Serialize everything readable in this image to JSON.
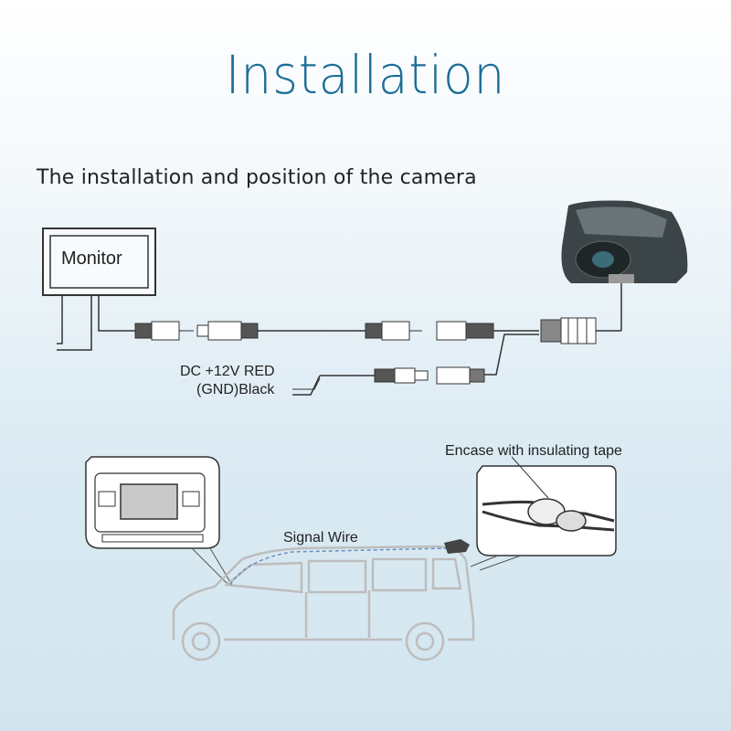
{
  "title": "Installation",
  "subtitle": "The installation and position of the camera",
  "labels": {
    "monitor": "Monitor",
    "power_red": "DC +12V RED",
    "power_black": "(GND)Black",
    "tape": "Encase with insulating tape",
    "signal_wire": "Signal Wire"
  },
  "colors": {
    "title": "#1b6d98",
    "text": "#222222",
    "line": "#333333",
    "van_outline": "#bdbdbd"
  }
}
